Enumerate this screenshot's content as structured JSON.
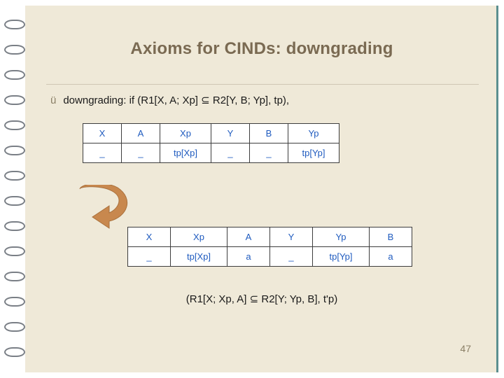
{
  "slide": {
    "title": "Axioms for CINDs: downgrading",
    "page_number": "47",
    "bullet": {
      "marker": "ü",
      "label": "downgrading:",
      "text": " if (R1[X, A; Xp] ⊆ R2[Y, B; Yp],  tp),"
    },
    "footer_formula": "(R1[X; Xp, A] ⊆ R2[Y; Yp, B],  t'p)"
  },
  "table_top": {
    "headers": [
      "X",
      "A",
      "Xp",
      "Y",
      "B",
      "Yp"
    ],
    "rows": [
      [
        "_",
        "_",
        "tp[Xp]",
        "_",
        "_",
        "tp[Yp]"
      ]
    ]
  },
  "table_bottom": {
    "headers": [
      "X",
      "Xp",
      "A",
      "Y",
      "Yp",
      "B"
    ],
    "rows": [
      [
        "_",
        "tp[Xp]",
        "a",
        "_",
        "tp[Yp]",
        "a"
      ]
    ]
  },
  "colors": {
    "page_background": "#efe9d8",
    "title": "#7a6a52",
    "table_text": "#1f5bbf",
    "arrow": "#c8884e",
    "accent_edge": "#5b8f8f"
  }
}
